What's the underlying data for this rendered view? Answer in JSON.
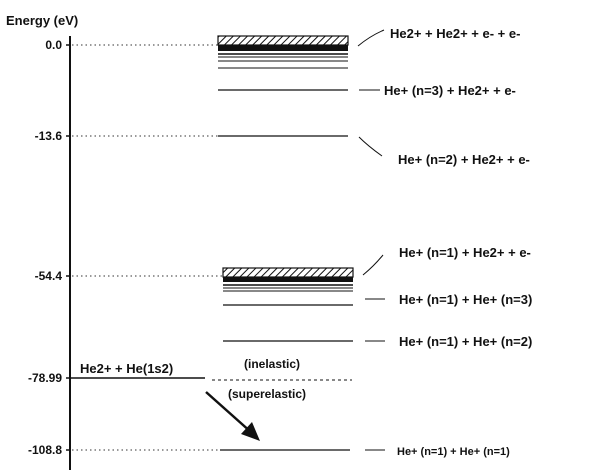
{
  "axis": {
    "label": "Energy (eV)"
  },
  "ticks": [
    "0.0",
    "-13.6",
    "-54.4",
    "-78.99",
    "-108.8"
  ],
  "initial_state": {
    "label": "He2+ + He(1s2)"
  },
  "process_labels": {
    "inelastic": "(inelastic)",
    "superelastic": "(superelastic)"
  },
  "channels": [
    {
      "label": "He2+ + He2+ + e- + e-"
    },
    {
      "label": "He+ (n=3) + He2+ + e-"
    },
    {
      "label": "He+ (n=2) + He2+ + e-"
    },
    {
      "label": "He+ (n=1) + He2+ + e-"
    },
    {
      "label": "He+ (n=1) + He+ (n=3)"
    },
    {
      "label": "He+ (n=1) + He+ (n=2)"
    },
    {
      "label": "He+ (n=1) + He+ (n=1)"
    }
  ]
}
